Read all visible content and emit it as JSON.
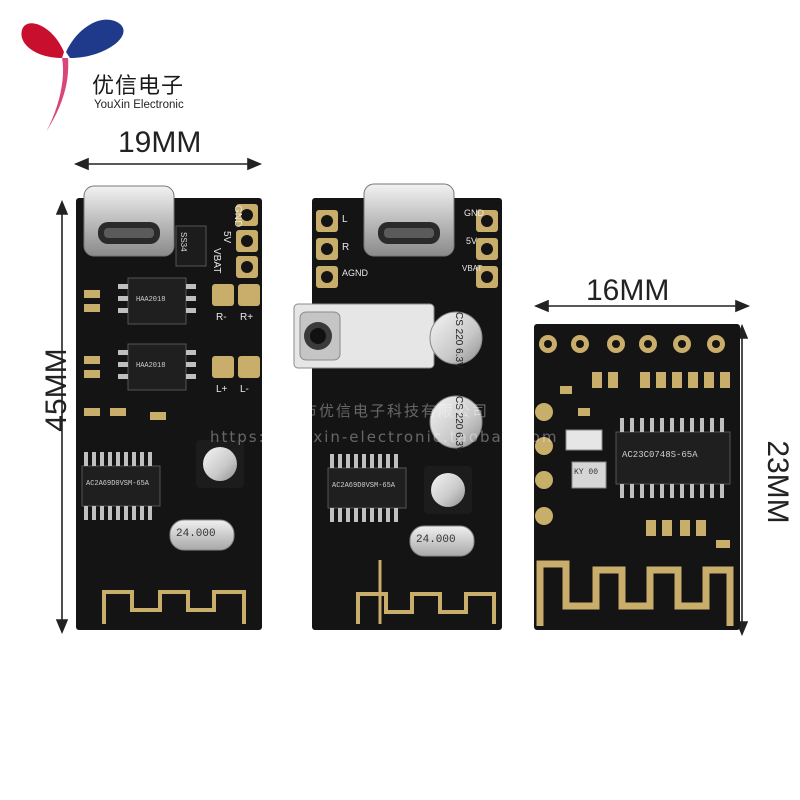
{
  "brand": {
    "name_cn": "优信电子",
    "name_en": "YouXin Electronic"
  },
  "dimensions": {
    "width_large": "19MM",
    "height_large": "45MM",
    "width_small": "16MM",
    "height_small": "23MM"
  },
  "board_left": {
    "pin_labels": [
      "GND",
      "5V",
      "VBAT"
    ],
    "speaker_labels": [
      "R-",
      "R+",
      "L+",
      "L-"
    ],
    "diode_label": "SS34",
    "crystal_label": "24.000",
    "chip_labels": [
      "HAA2018",
      "HAA2018"
    ],
    "main_chip_label": "AC2A69D0VSM-65A"
  },
  "board_middle": {
    "pin_labels": [
      "GND",
      "5V",
      "VBAT"
    ],
    "side_labels": [
      "L",
      "R",
      "AGND"
    ],
    "capacitor_labels": [
      "CS 220 6.3V",
      "CS 220 6.3V"
    ],
    "crystal_label": "24.000",
    "main_chip_label": "AC2A69D0VSM-65A"
  },
  "board_right": {
    "main_chip_label": "AC23C0748S-65A",
    "crystal_label": "KY 00"
  },
  "watermark": {
    "line1": "深圳市优信电子科技有限公司",
    "line2": "https://youxin-electronic.taobao.com"
  },
  "colors": {
    "pcb": "#141414",
    "pad_gold": "#c9ad6a",
    "silkscreen": "#e8e8e8",
    "logo_red": "#c8102e",
    "logo_blue": "#1f3a8a",
    "logo_pink": "#d9467a"
  }
}
